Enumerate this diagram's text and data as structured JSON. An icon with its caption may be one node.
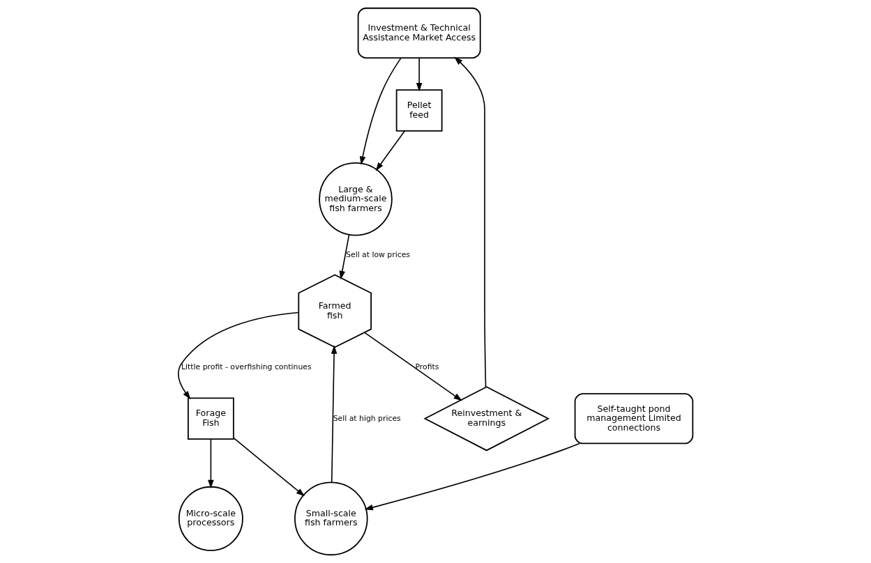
{
  "diagram": {
    "nodes": [
      {
        "text": [
          "Investment & Technical Assistance Market Access"
        ]
      },
      {
        "text": [
          "Self-taught pond management Limited connections"
        ]
      },
      {
        "text": [
          "Large & medium-scale fish farmers"
        ]
      },
      {
        "text": [
          "Pellet feed"
        ]
      },
      {
        "text": [
          "Micro-scale processors"
        ]
      },
      {
        "text": [
          "Small-scale fish farmers"
        ]
      },
      {
        "text": [
          "Forage Fish"
        ]
      },
      {
        "text": [
          "Reinvestment & earnings"
        ]
      },
      {
        "text": [
          "Farmed fish"
        ]
      }
    ],
    "edges": [
      {
        "from": 0,
        "to": 2,
        "arrow": "to"
      },
      {
        "from": 0,
        "to": 3,
        "arrow": "to"
      },
      {
        "from": 3,
        "to": 2,
        "arrow": "to"
      },
      {
        "from": 1,
        "to": 5,
        "arrow": "to"
      },
      {
        "from": 6,
        "to": 5,
        "arrow": "to"
      },
      {
        "from": 6,
        "to": 4,
        "arrow": "to"
      },
      {
        "from": 2,
        "to": 8,
        "arrow": "to",
        "label": "Sell at low prices"
      },
      {
        "from": 5,
        "to": 8,
        "arrow": "to",
        "label": "Sell at high prices"
      },
      {
        "from": 8,
        "to": 7,
        "arrow": "to",
        "label": "Profits"
      },
      {
        "from": 8,
        "to": 6,
        "arrow": "to",
        "label": "Little profit - overfishing continues"
      },
      {
        "from": 7,
        "to": 0,
        "arrow": "to"
      }
    ]
  }
}
